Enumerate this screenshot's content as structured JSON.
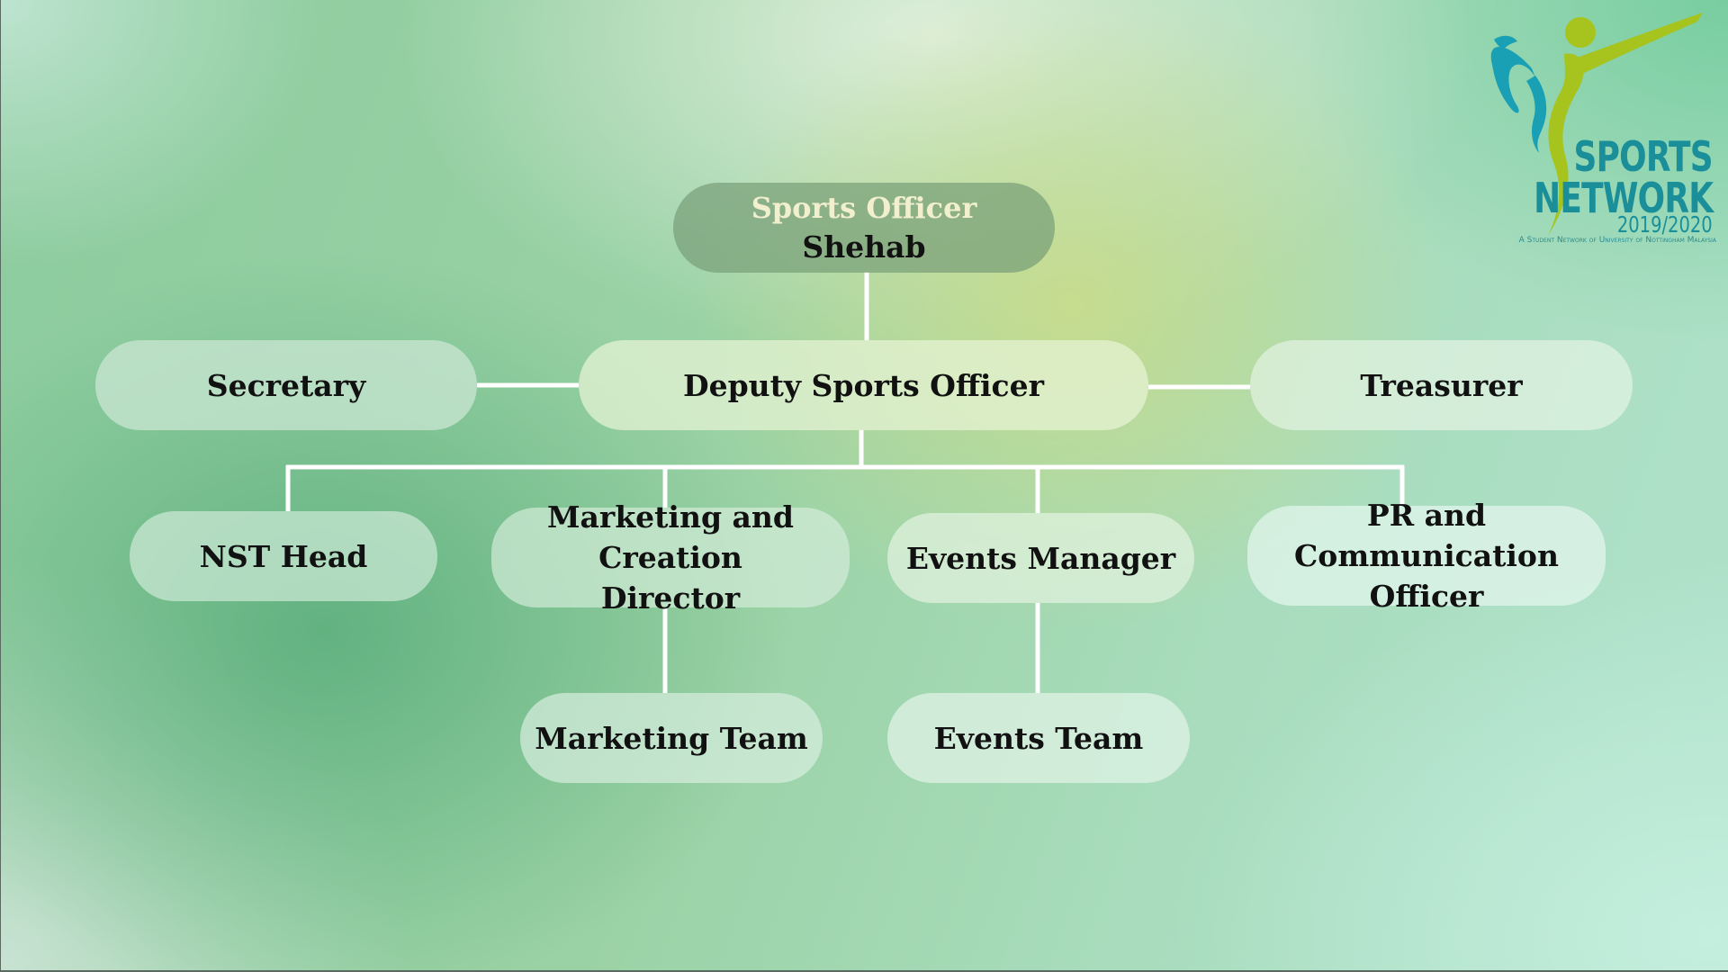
{
  "logo": {
    "word1": "SPORTS",
    "word2": "NETWORK",
    "year": "2019/2020",
    "tagline": "A Student Network of University of Nottingham Malaysia",
    "colors": {
      "teal": "#1a8f9a",
      "lime": "#a6c31e"
    }
  },
  "org_chart": {
    "head": {
      "role": "Sports Officer",
      "name": "Shehab"
    },
    "deputy": {
      "role": "Deputy Sports Officer"
    },
    "secretary": {
      "role": "Secretary"
    },
    "treasurer": {
      "role": "Treasurer"
    },
    "nst_head": {
      "role": "NST Head"
    },
    "marketing_director": {
      "role_line1": "Marketing and Creation",
      "role_line2": "Director"
    },
    "events_manager": {
      "role": "Events Manager"
    },
    "pr_officer": {
      "role_line1": "PR and Communication",
      "role_line2": "Officer"
    },
    "marketing_team": {
      "role": "Marketing Team"
    },
    "events_team": {
      "role": "Events Team"
    }
  },
  "colors": {
    "connector": "#ffffff",
    "node_fill": "#e1f0e3",
    "top_node_fill": "#7fa07c",
    "top_role_text": "#f2efcf"
  }
}
